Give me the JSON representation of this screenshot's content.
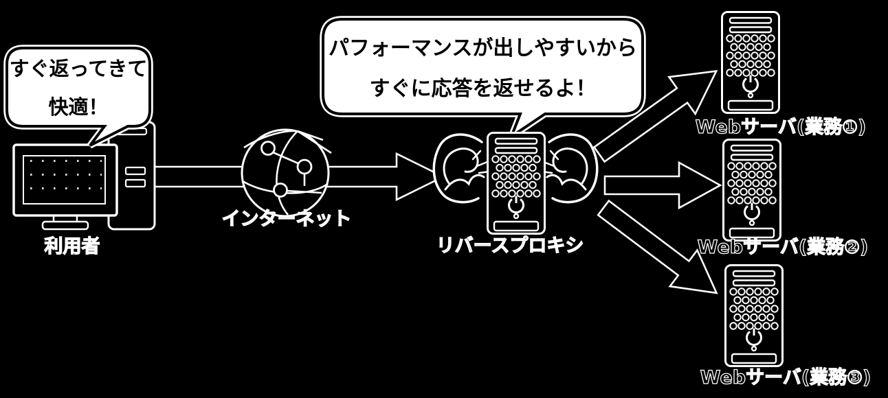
{
  "canvas": {
    "background": "#000000",
    "line_color": "#ffffff",
    "bubble_fill": "#ffffff",
    "bubble_border": "#000000",
    "bubble_text_color": "#000000",
    "label_text_color": "#000000",
    "label_outline_color": "#ffffff"
  },
  "user": {
    "label": "利用者",
    "icon": "desktop-computer-icon",
    "speech_bubble": {
      "line1": "すぐ返ってきて",
      "line2": "快適！"
    }
  },
  "internet": {
    "label": "インターネット",
    "icon": "globe-network-icon"
  },
  "reverse_proxy": {
    "label": "リバースプロキシ",
    "icon": "server-tower-icon",
    "decorations": [
      "muscle-arm-left-icon",
      "muscle-arm-right-icon"
    ],
    "speech_bubble": {
      "line1": "パフォーマンスが出しやすいから",
      "line2": "すぐに応答を返せるよ！"
    }
  },
  "web_servers": [
    {
      "label": "Webサーバ(業務①)",
      "icon": "server-tower-icon"
    },
    {
      "label": "Webサーバ(業務②)",
      "icon": "server-tower-icon"
    },
    {
      "label": "Webサーバ(業務③)",
      "icon": "server-tower-icon"
    }
  ],
  "arrows": [
    {
      "from": "user",
      "via": "internet",
      "to": "reverse_proxy",
      "direction": "right"
    },
    {
      "from": "reverse_proxy",
      "to": "web_server_1",
      "direction": "up-right"
    },
    {
      "from": "reverse_proxy",
      "to": "web_server_2",
      "direction": "right"
    },
    {
      "from": "reverse_proxy",
      "to": "web_server_3",
      "direction": "down-right"
    }
  ]
}
